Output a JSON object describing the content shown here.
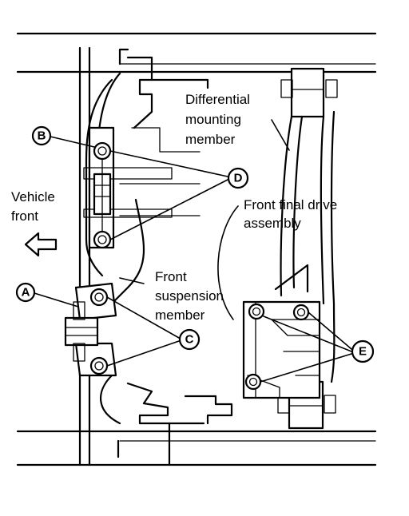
{
  "labels": {
    "differential_mounting_member": [
      "Differential",
      "mounting",
      "member"
    ],
    "front_final_drive_assembly": [
      "Front final drive",
      "assembly"
    ],
    "vehicle_front": [
      "Vehicle",
      "front"
    ],
    "front_suspension_member": [
      "Front",
      "suspension",
      "member"
    ]
  },
  "callouts": {
    "a": "A",
    "b": "B",
    "c": "C",
    "d": "D",
    "e": "E"
  }
}
